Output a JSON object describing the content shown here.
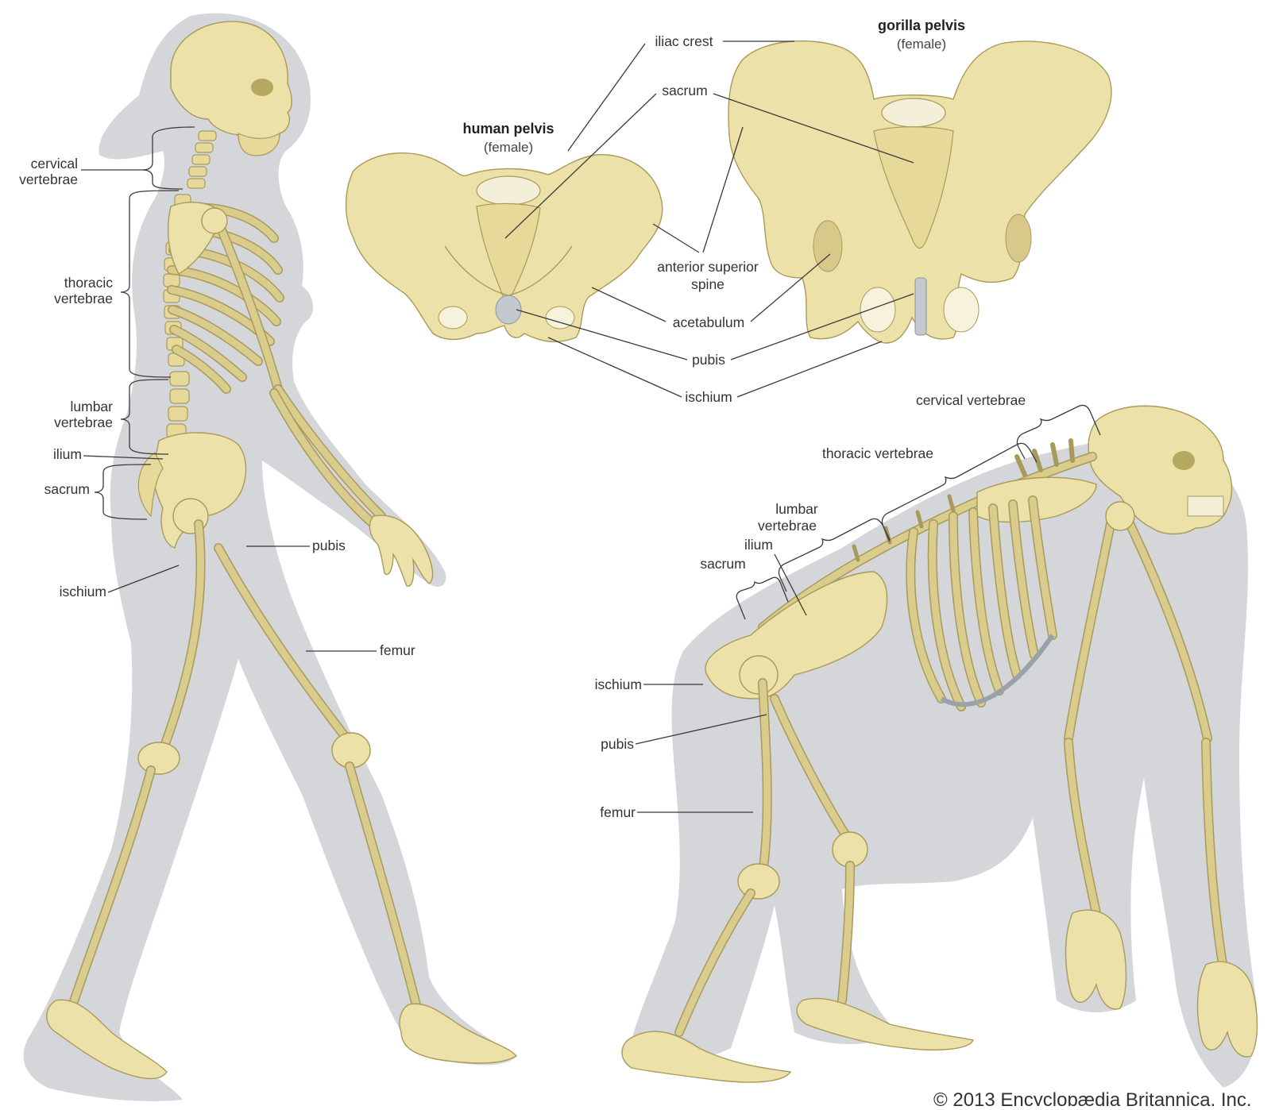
{
  "colors": {
    "bone": "#ece1a8",
    "bone_outline": "#a89a5a",
    "silhouette": "#d4d6d9",
    "cartilage": "#c4c9cf",
    "label_text": "#333333"
  },
  "human_pelvis": {
    "title": "human pelvis",
    "subtitle": "(female)"
  },
  "gorilla_pelvis": {
    "title": "gorilla pelvis",
    "subtitle": "(female)"
  },
  "pelvis_labels": {
    "iliac_crest": "iliac crest",
    "sacrum": "sacrum",
    "anterior_superior_spine_1": "anterior superior",
    "anterior_superior_spine_2": "spine",
    "acetabulum": "acetabulum",
    "pubis": "pubis",
    "ischium": "ischium"
  },
  "human_skeleton": {
    "cervical_1": "cervical",
    "cervical_2": "vertebrae",
    "thoracic_1": "thoracic",
    "thoracic_2": "vertebrae",
    "lumbar_1": "lumbar",
    "lumbar_2": "vertebrae",
    "ilium": "ilium",
    "sacrum": "sacrum",
    "pubis": "pubis",
    "ischium": "ischium",
    "femur": "femur"
  },
  "gorilla_skeleton": {
    "cervical": "cervical vertebrae",
    "thoracic": "thoracic vertebrae",
    "lumbar_1": "lumbar",
    "lumbar_2": "vertebrae",
    "ilium": "ilium",
    "sacrum": "sacrum",
    "ischium": "ischium",
    "pubis": "pubis",
    "femur": "femur"
  },
  "copyright": "© 2013 Encyclopædia Britannica, Inc."
}
